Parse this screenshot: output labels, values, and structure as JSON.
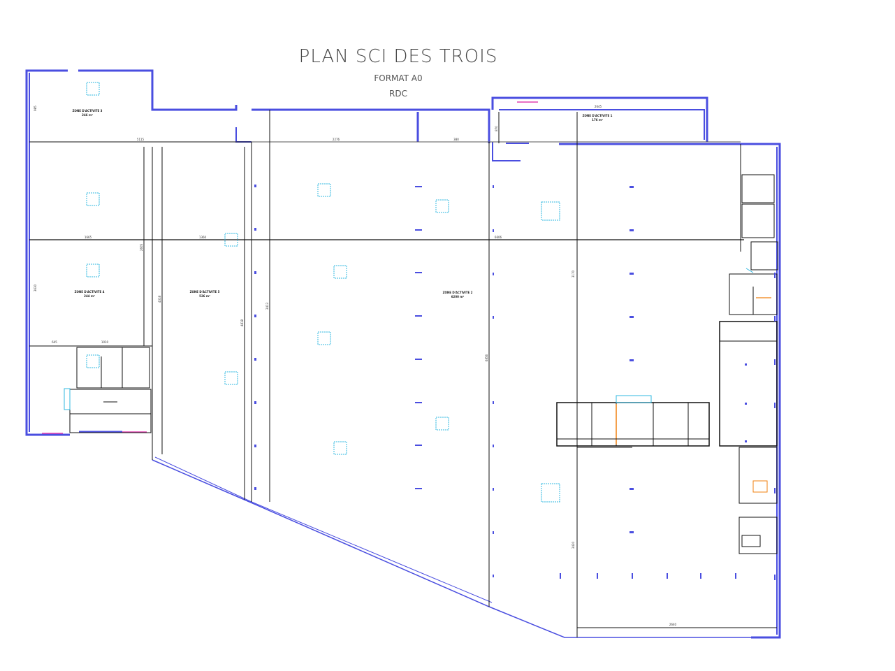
{
  "title": {
    "main": "PLAN SCI DES TROIS",
    "format": "FORMAT A0",
    "level": "RDC"
  },
  "zones": {
    "z1": {
      "name": "ZONE D'ACTIVITE 1",
      "area": "176 m²"
    },
    "z2": {
      "name": "ZONE D'ACTIVITE 2",
      "area": "6200 m²"
    },
    "z3": {
      "name": "ZONE D'ACTIVITE 3",
      "area": "246 m²"
    },
    "z4": {
      "name": "ZONE D'ACTIVITE 4",
      "area": "244 m²"
    },
    "z5": {
      "name": "ZONE D'ACTIVITE 5",
      "area": "526 m²"
    }
  },
  "dimensions": {
    "d1": "2645",
    "d2": "5115",
    "d3": "2276",
    "d4": "380",
    "d5": "1665",
    "d6": "1360",
    "d7": "6606",
    "d8": "645",
    "d9": "1010",
    "d10": "2640",
    "d11": "3170",
    "d12": "3420",
    "d13": "985",
    "d14": "3630",
    "d15": "4318",
    "d16": "3413",
    "d17": "4818",
    "d18": "6856",
    "d19": "2605",
    "d20": "870"
  },
  "colors": {
    "outer_wall": "#4a4ee0",
    "inner_line": "#111111",
    "door": "#e040b0",
    "stair": "#f08010",
    "skylight": "#30b8e0"
  }
}
